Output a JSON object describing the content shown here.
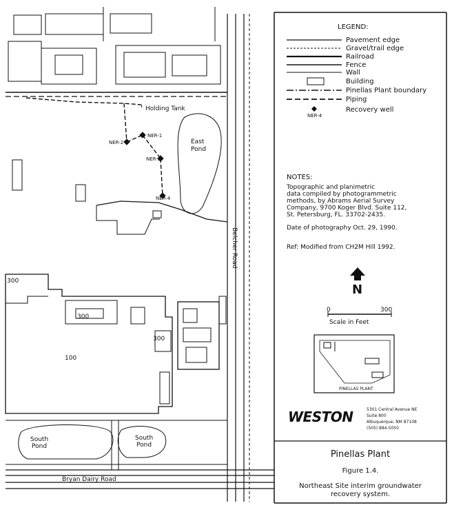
{
  "map": {
    "labels": {
      "holding_tank": "Holding Tank",
      "east_pond_1": "East",
      "east_pond_2": "Pond",
      "belcher_road": "Belcher Road",
      "bryan_dairy_road": "Bryan Dairy Road",
      "south_pond_1": "South",
      "south_pond_2": "Pond",
      "south_pond_3": "South",
      "south_pond_4": "Pond",
      "bldg_300_a": "300",
      "bldg_300_b": "300",
      "bldg_300_c": "300",
      "bldg_100": "100"
    },
    "wells": [
      "NER-1",
      "NER-2",
      "NER-3",
      "NER-4"
    ]
  },
  "legend": {
    "title": "LEGEND:",
    "items": [
      "Pavement edge",
      "Gravel/trail edge",
      "Railroad",
      "Fence",
      "Wall",
      "Building",
      "Pinellas Plant boundary",
      "Piping",
      "Recovery well"
    ],
    "well_symbol_label": "NER-4"
  },
  "notes": {
    "title": "NOTES:",
    "body": [
      "Topographic and planimetric",
      "data compiled by photogrammetric",
      "methods, by Abrams Aerial Survey",
      "Company, 9700 Koger Blvd. Suite 112,",
      "St. Petersburg, FL. 33702-2435."
    ],
    "date": "Date of photography Oct. 29, 1990.",
    "ref": "Ref: Modified from CH2M Hill 1992."
  },
  "north_label": "N",
  "scale": {
    "start": "0",
    "end": "300",
    "label": "Scale in Feet"
  },
  "key_map": {
    "label": "PINELLAS PLANT"
  },
  "weston": {
    "logo": "WESTON",
    "address": [
      "5301 Central Avenue NE",
      "Suite 800",
      "Albuquerque, NM 87108",
      "(505) 884-5050"
    ]
  },
  "title_block": {
    "title": "Pinellas Plant",
    "figure": "Figure 1.4.",
    "caption": [
      "Northeast Site interim groundwater",
      "recovery system."
    ]
  }
}
